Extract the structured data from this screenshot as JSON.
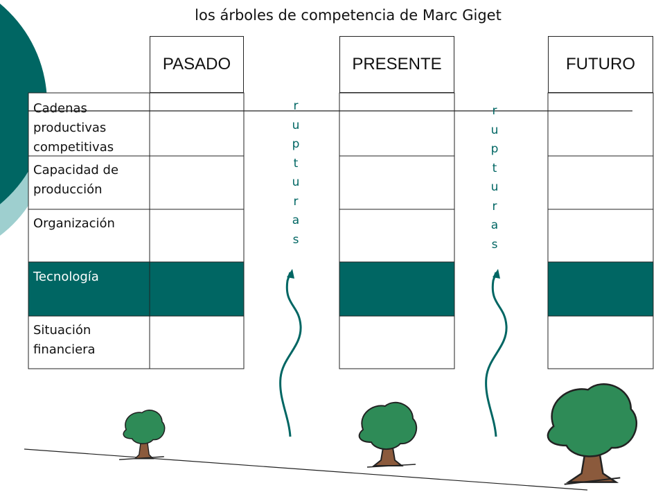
{
  "title": "los árboles de competencia de Marc Giget",
  "columns": [
    "PASADO",
    "PRESENTE",
    "FUTURO"
  ],
  "rows": [
    {
      "label": "Cadenas productivas competitivas",
      "highlight": false
    },
    {
      "label": "Capacidad de producción",
      "highlight": false
    },
    {
      "label": "Organización",
      "highlight": false
    },
    {
      "label": "Tecnología",
      "highlight": true
    },
    {
      "label": "Situación financiera",
      "highlight": false
    }
  ],
  "rupturas": [
    "rupturas",
    "rupturas"
  ],
  "colors": {
    "accent": "#006663",
    "accent_light": "#9ecfcf",
    "tree_green": "#2e8b57",
    "trunk": "#8b5a3c"
  },
  "icons": [
    "tree-icon",
    "wavy-arrow-icon"
  ]
}
